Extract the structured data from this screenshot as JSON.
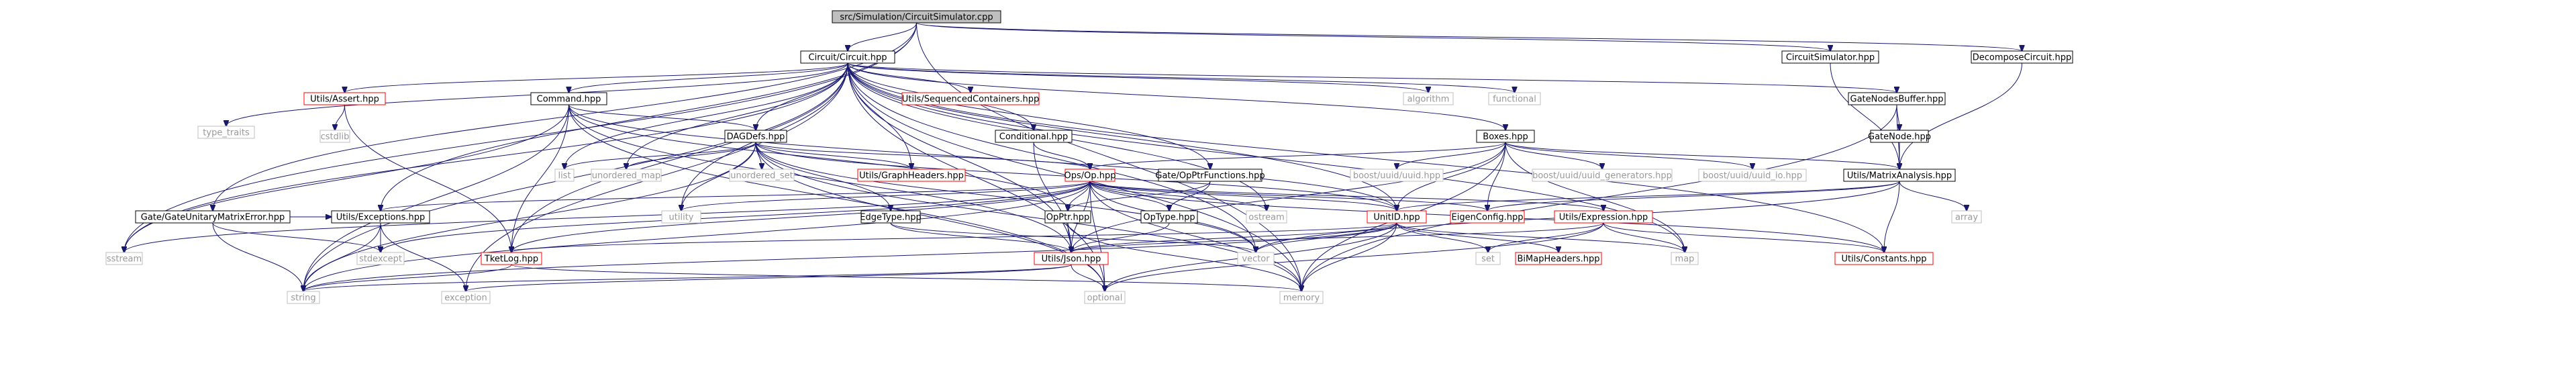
{
  "graph": {
    "colors": {
      "edge": "#191970",
      "root_fill": "#bfbfbf",
      "root_border": "#000000",
      "internal_border": "#000000",
      "partial_border": "#ff0000",
      "partial_text": "#000000",
      "system_border": "#bfbfbf",
      "system_text": "#999999"
    },
    "nodes": [
      {
        "id": "root",
        "label": "src/Simulation/CircuitSimulator.cpp",
        "kind": "root"
      },
      {
        "id": "circuit",
        "label": "Circuit/Circuit.hpp",
        "kind": "internal"
      },
      {
        "id": "circuitsim",
        "label": "CircuitSimulator.hpp",
        "kind": "internal"
      },
      {
        "id": "decompose",
        "label": "DecomposeCircuit.hpp",
        "kind": "internal"
      },
      {
        "id": "type_traits",
        "label": "type_traits",
        "kind": "system"
      },
      {
        "id": "assert",
        "label": "Utils/Assert.hpp",
        "kind": "partial"
      },
      {
        "id": "command",
        "label": "Command.hpp",
        "kind": "internal"
      },
      {
        "id": "seqcont",
        "label": "Utils/SequencedContainers.hpp",
        "kind": "partial"
      },
      {
        "id": "algorithm",
        "label": "algorithm",
        "kind": "system"
      },
      {
        "id": "functional",
        "label": "functional",
        "kind": "system"
      },
      {
        "id": "gatenodesbuffer",
        "label": "GateNodesBuffer.hpp",
        "kind": "internal"
      },
      {
        "id": "cstdlib",
        "label": "cstdlib",
        "kind": "system"
      },
      {
        "id": "dagdefs",
        "label": "DAGDefs.hpp",
        "kind": "internal"
      },
      {
        "id": "conditional",
        "label": "Conditional.hpp",
        "kind": "internal"
      },
      {
        "id": "boxes",
        "label": "Boxes.hpp",
        "kind": "internal"
      },
      {
        "id": "gatenode",
        "label": "GateNode.hpp",
        "kind": "internal"
      },
      {
        "id": "list",
        "label": "list",
        "kind": "system"
      },
      {
        "id": "unordered_map",
        "label": "unordered_map",
        "kind": "system"
      },
      {
        "id": "unordered_set",
        "label": "unordered_set",
        "kind": "system"
      },
      {
        "id": "graphheaders",
        "label": "Utils/GraphHeaders.hpp",
        "kind": "partial"
      },
      {
        "id": "opsop",
        "label": "Ops/Op.hpp",
        "kind": "partial"
      },
      {
        "id": "opptrfunc",
        "label": "Gate/OpPtrFunctions.hpp",
        "kind": "internal"
      },
      {
        "id": "uuid",
        "label": "boost/uuid/uuid.hpp",
        "kind": "system"
      },
      {
        "id": "uuid_gen",
        "label": "boost/uuid/uuid_generators.hpp",
        "kind": "system"
      },
      {
        "id": "uuid_io",
        "label": "boost/uuid/uuid_io.hpp",
        "kind": "system"
      },
      {
        "id": "matrixanalysis",
        "label": "Utils/MatrixAnalysis.hpp",
        "kind": "internal"
      },
      {
        "id": "gateunitary",
        "label": "Gate/GateUnitaryMatrixError.hpp",
        "kind": "internal"
      },
      {
        "id": "exceptions",
        "label": "Utils/Exceptions.hpp",
        "kind": "internal"
      },
      {
        "id": "utility",
        "label": "utility",
        "kind": "system"
      },
      {
        "id": "edgetype",
        "label": "EdgeType.hpp",
        "kind": "internal"
      },
      {
        "id": "opptr",
        "label": "OpPtr.hpp",
        "kind": "internal"
      },
      {
        "id": "optype",
        "label": "OpType.hpp",
        "kind": "internal"
      },
      {
        "id": "ostream",
        "label": "ostream",
        "kind": "system"
      },
      {
        "id": "unitid",
        "label": "UnitID.hpp",
        "kind": "partial"
      },
      {
        "id": "eigenconfig",
        "label": "EigenConfig.hpp",
        "kind": "partial"
      },
      {
        "id": "expression",
        "label": "Utils/Expression.hpp",
        "kind": "partial"
      },
      {
        "id": "array",
        "label": "array",
        "kind": "system"
      },
      {
        "id": "sstream",
        "label": "sstream",
        "kind": "system"
      },
      {
        "id": "stdexcept",
        "label": "stdexcept",
        "kind": "system"
      },
      {
        "id": "tketlog",
        "label": "TketLog.hpp",
        "kind": "partial"
      },
      {
        "id": "json",
        "label": "Utils/Json.hpp",
        "kind": "partial"
      },
      {
        "id": "vector",
        "label": "vector",
        "kind": "system"
      },
      {
        "id": "set",
        "label": "set",
        "kind": "system"
      },
      {
        "id": "bimap",
        "label": "BiMapHeaders.hpp",
        "kind": "partial"
      },
      {
        "id": "map",
        "label": "map",
        "kind": "system"
      },
      {
        "id": "constants",
        "label": "Utils/Constants.hpp",
        "kind": "partial"
      },
      {
        "id": "string",
        "label": "string",
        "kind": "system"
      },
      {
        "id": "exception",
        "label": "exception",
        "kind": "system"
      },
      {
        "id": "optional",
        "label": "optional",
        "kind": "system"
      },
      {
        "id": "memory",
        "label": "memory",
        "kind": "system"
      }
    ],
    "edges": [
      [
        "root",
        "circuit"
      ],
      [
        "root",
        "circuitsim"
      ],
      [
        "root",
        "decompose"
      ],
      [
        "root",
        "gateunitary"
      ],
      [
        "root",
        "exceptions"
      ],
      [
        "root",
        "sstream"
      ],
      [
        "root",
        "memory"
      ],
      [
        "circuit",
        "type_traits"
      ],
      [
        "circuit",
        "assert"
      ],
      [
        "circuit",
        "command"
      ],
      [
        "circuit",
        "seqcont"
      ],
      [
        "circuit",
        "algorithm"
      ],
      [
        "circuit",
        "functional"
      ],
      [
        "circuit",
        "gatenodesbuffer"
      ],
      [
        "circuit",
        "dagdefs"
      ],
      [
        "circuit",
        "conditional"
      ],
      [
        "circuit",
        "boxes"
      ],
      [
        "circuit",
        "list"
      ],
      [
        "circuit",
        "unordered_map"
      ],
      [
        "circuit",
        "graphheaders"
      ],
      [
        "circuit",
        "opptrfunc"
      ],
      [
        "circuit",
        "utility"
      ],
      [
        "circuit",
        "ostream"
      ],
      [
        "circuit",
        "unitid"
      ],
      [
        "circuit",
        "tketlog"
      ],
      [
        "circuit",
        "json"
      ],
      [
        "circuit",
        "vector"
      ],
      [
        "circuit",
        "sstream"
      ],
      [
        "circuit",
        "string"
      ],
      [
        "circuit",
        "exception"
      ],
      [
        "circuit",
        "optional"
      ],
      [
        "circuit",
        "memory"
      ],
      [
        "circuit",
        "map"
      ],
      [
        "circuit",
        "constants"
      ],
      [
        "circuitsim",
        "matrixanalysis"
      ],
      [
        "decompose",
        "matrixanalysis"
      ],
      [
        "assert",
        "cstdlib"
      ],
      [
        "assert",
        "tketlog"
      ],
      [
        "command",
        "dagdefs"
      ],
      [
        "command",
        "opptr"
      ],
      [
        "command",
        "unitid"
      ],
      [
        "command",
        "json"
      ],
      [
        "command",
        "tketlog"
      ],
      [
        "command",
        "string"
      ],
      [
        "command",
        "sstream"
      ],
      [
        "command",
        "optional"
      ],
      [
        "gatenodesbuffer",
        "gatenode"
      ],
      [
        "gatenodesbuffer",
        "matrixanalysis"
      ],
      [
        "gatenodesbuffer",
        "memory"
      ],
      [
        "gatenode",
        "matrixanalysis"
      ],
      [
        "dagdefs",
        "list"
      ],
      [
        "dagdefs",
        "unordered_map"
      ],
      [
        "dagdefs",
        "unordered_set"
      ],
      [
        "dagdefs",
        "graphheaders"
      ],
      [
        "dagdefs",
        "opsop"
      ],
      [
        "dagdefs",
        "edgetype"
      ],
      [
        "dagdefs",
        "utility"
      ],
      [
        "dagdefs",
        "unitid"
      ],
      [
        "dagdefs",
        "string"
      ],
      [
        "dagdefs",
        "optional"
      ],
      [
        "dagdefs",
        "vector"
      ],
      [
        "dagdefs",
        "memory"
      ],
      [
        "conditional",
        "opsop"
      ],
      [
        "conditional",
        "json"
      ],
      [
        "boxes",
        "opsop"
      ],
      [
        "boxes",
        "uuid"
      ],
      [
        "boxes",
        "uuid_gen"
      ],
      [
        "boxes",
        "uuid_io"
      ],
      [
        "boxes",
        "matrixanalysis"
      ],
      [
        "boxes",
        "unitid"
      ],
      [
        "boxes",
        "eigenconfig"
      ],
      [
        "boxes",
        "json"
      ],
      [
        "boxes",
        "map"
      ],
      [
        "boxes",
        "memory"
      ],
      [
        "opptrfunc",
        "opptr"
      ],
      [
        "opptrfunc",
        "optype"
      ],
      [
        "opsop",
        "exceptions"
      ],
      [
        "opsop",
        "utility"
      ],
      [
        "opsop",
        "opptr"
      ],
      [
        "opsop",
        "optype"
      ],
      [
        "opsop",
        "ostream"
      ],
      [
        "opsop",
        "unitid"
      ],
      [
        "opsop",
        "eigenconfig"
      ],
      [
        "opsop",
        "expression"
      ],
      [
        "opsop",
        "constants"
      ],
      [
        "opsop",
        "json"
      ],
      [
        "opsop",
        "tketlog"
      ],
      [
        "opsop",
        "stdexcept"
      ],
      [
        "opsop",
        "string"
      ],
      [
        "opsop",
        "vector"
      ],
      [
        "opsop",
        "optional"
      ],
      [
        "opsop",
        "sstream"
      ],
      [
        "opsop",
        "memory"
      ],
      [
        "matrixanalysis",
        "eigenconfig"
      ],
      [
        "matrixanalysis",
        "array"
      ],
      [
        "matrixanalysis",
        "constants"
      ],
      [
        "matrixanalysis",
        "unitid"
      ],
      [
        "matrixanalysis",
        "vector"
      ],
      [
        "gateunitary",
        "exceptions"
      ],
      [
        "gateunitary",
        "stdexcept"
      ],
      [
        "gateunitary",
        "string"
      ],
      [
        "exceptions",
        "stdexcept"
      ],
      [
        "exceptions",
        "string"
      ],
      [
        "exceptions",
        "exception"
      ],
      [
        "edgetype",
        "json"
      ],
      [
        "edgetype",
        "vector"
      ],
      [
        "opptr",
        "json"
      ],
      [
        "opptr",
        "memory"
      ],
      [
        "optype",
        "json"
      ],
      [
        "unitid",
        "json"
      ],
      [
        "unitid",
        "bimap"
      ],
      [
        "unitid",
        "set"
      ],
      [
        "unitid",
        "map"
      ],
      [
        "unitid",
        "vector"
      ],
      [
        "unitid",
        "string"
      ],
      [
        "unitid",
        "optional"
      ],
      [
        "unitid",
        "memory"
      ],
      [
        "unitid",
        "tketlog"
      ],
      [
        "expression",
        "json"
      ],
      [
        "expression",
        "constants"
      ],
      [
        "expression",
        "set"
      ],
      [
        "expression",
        "map"
      ],
      [
        "expression",
        "optional"
      ],
      [
        "tketlog",
        "string"
      ],
      [
        "tketlog",
        "memory"
      ],
      [
        "json",
        "string"
      ],
      [
        "json",
        "exception"
      ],
      [
        "json",
        "optional"
      ]
    ]
  }
}
